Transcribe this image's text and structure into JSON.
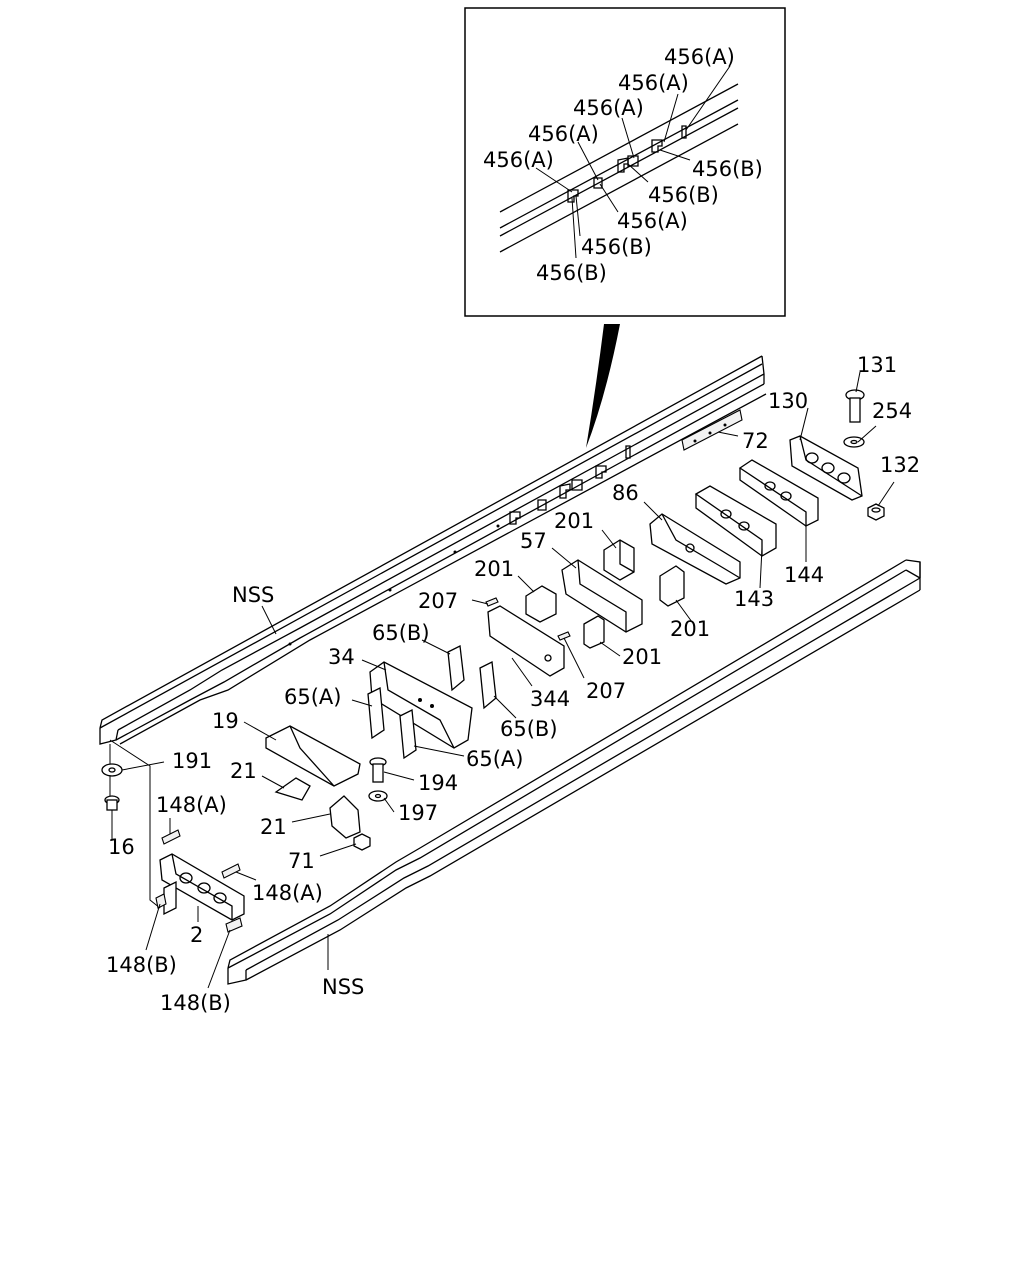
{
  "labels": {
    "inset": [
      "456(A)",
      "456(A)",
      "456(A)",
      "456(A)",
      "456(A)",
      "456(B)",
      "456(B)",
      "456(A)",
      "456(B)",
      "456(B)"
    ],
    "main": {
      "p131": "131",
      "p130": "130",
      "p254": "254",
      "p72": "72",
      "p132": "132",
      "p86": "86",
      "p201a": "201",
      "p57": "57",
      "p201b": "201",
      "p144": "144",
      "p143": "143",
      "p207a": "207",
      "p201c": "201",
      "nss_top": "NSS",
      "p65b1": "65(B)",
      "p34": "34",
      "p201d": "201",
      "p344": "344",
      "p207b": "207",
      "p65a1": "65(A)",
      "p65b2": "65(B)",
      "p19": "19",
      "p191": "191",
      "p65a2": "65(A)",
      "p21a": "21",
      "p194": "194",
      "p148a1": "148(A)",
      "p21b": "21",
      "p197": "197",
      "p16": "16",
      "p71": "71",
      "p148a2": "148(A)",
      "p2": "2",
      "p148b1": "148(B)",
      "nss_bottom": "NSS",
      "p148b2": "148(B)"
    }
  }
}
